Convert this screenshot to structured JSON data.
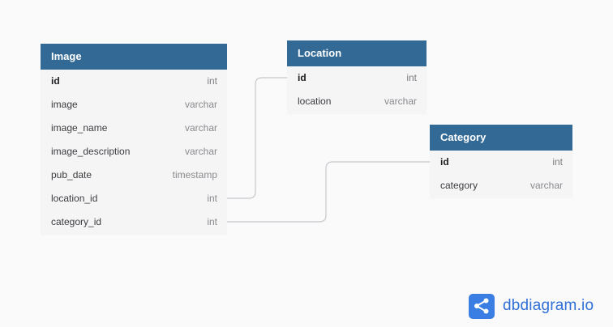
{
  "colors": {
    "header": "#326995",
    "connector": "#c8c8cc",
    "logo_mark": "#3a7de3",
    "logo_text": "#2f6fd6"
  },
  "tables": {
    "image": {
      "name": "Image",
      "fields": [
        {
          "name": "id",
          "type": "int",
          "pk": true
        },
        {
          "name": "image",
          "type": "varchar"
        },
        {
          "name": "image_name",
          "type": "varchar"
        },
        {
          "name": "image_description",
          "type": "varchar"
        },
        {
          "name": "pub_date",
          "type": "timestamp"
        },
        {
          "name": "location_id",
          "type": "int"
        },
        {
          "name": "category_id",
          "type": "int"
        }
      ]
    },
    "location": {
      "name": "Location",
      "fields": [
        {
          "name": "id",
          "type": "int",
          "pk": true
        },
        {
          "name": "location",
          "type": "varchar"
        }
      ]
    },
    "category": {
      "name": "Category",
      "fields": [
        {
          "name": "id",
          "type": "int",
          "pk": true
        },
        {
          "name": "category",
          "type": "varchar"
        }
      ]
    }
  },
  "relations": [
    {
      "from": "Image.location_id",
      "to": "Location.id"
    },
    {
      "from": "Image.category_id",
      "to": "Category.id"
    }
  ],
  "logo": {
    "icon": "share-nodes-icon",
    "text": "dbdiagram.io"
  }
}
